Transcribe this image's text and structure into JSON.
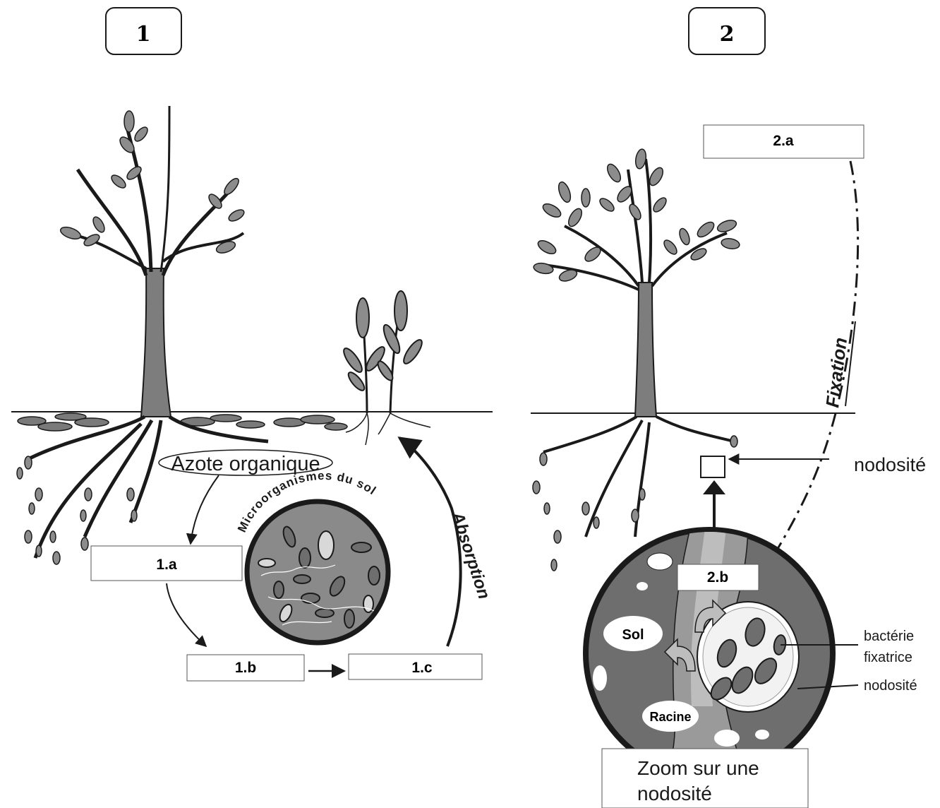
{
  "panel1": {
    "number": "1",
    "organic_nitrogen_label": "Azote organique",
    "microorganisms_label": "Microorganismes du sol",
    "absorption_label": "Absorption",
    "box_1a": "1.a",
    "box_1b": "1.b",
    "box_1c": "1.c"
  },
  "panel2": {
    "number": "2",
    "box_2a": "2.a",
    "box_2b": "2.b",
    "fixation_label": "Fixation",
    "nodule_label": "nodosité",
    "soil_label": "Sol",
    "root_label": "Racine",
    "bacteria_label_line1": "bactérie",
    "bacteria_label_line2": "fixatrice",
    "nodule_label_small": "nodosité",
    "zoom_caption_line1": "Zoom sur une",
    "zoom_caption_line2": "nodosité"
  },
  "colors": {
    "stroke": "#1a1a1a",
    "trunk": "#7d7d7d",
    "leaf": "#8c8c8c",
    "soil_dark": "#6e6e6e",
    "soil_mid": "#8a8a8a",
    "root_band": "#bdbdbd",
    "white": "#ffffff"
  }
}
